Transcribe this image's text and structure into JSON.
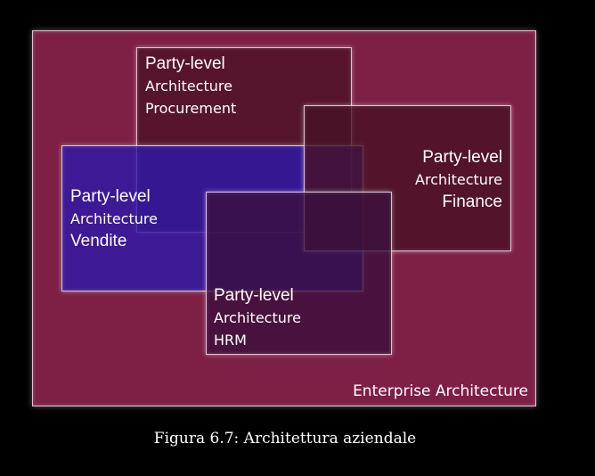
{
  "diagram": {
    "enterprise_label": "Enterprise Architecture",
    "boxes": {
      "procurement": {
        "line1": "Party-level",
        "line2": "Architecture",
        "line3": "Procurement"
      },
      "finance": {
        "line1": "Party-level",
        "line2": "Architecture",
        "line3": "Finance"
      },
      "vendite": {
        "line1": "Party-level",
        "line2": "Architecture",
        "line3": "Vendite"
      },
      "hrm": {
        "line1": "Party-level",
        "line2": "Architecture",
        "line3": "HRM"
      }
    },
    "colors": {
      "background": "#000000",
      "enterprise": "#7e1f46",
      "party_box": "#46122a",
      "vendite_box": "#3018a8"
    }
  },
  "caption": "Figura 6.7: Architettura aziendale"
}
